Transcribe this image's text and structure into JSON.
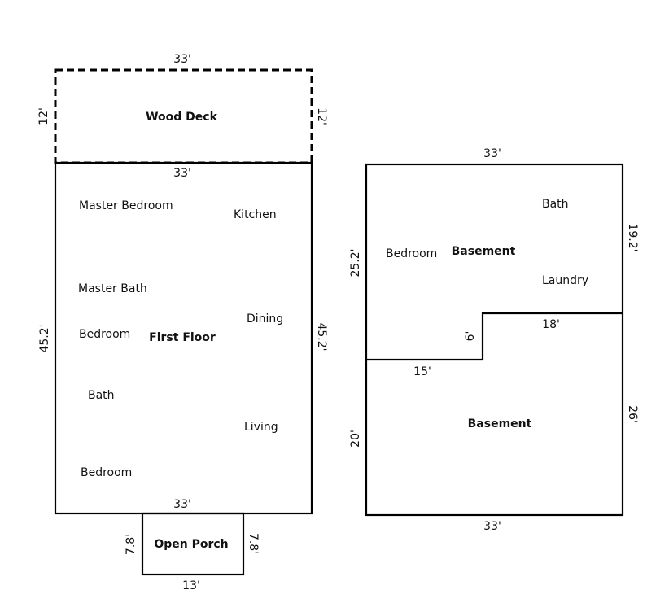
{
  "first_floor": {
    "name": "First Floor",
    "top": "33'",
    "left": "45.2'",
    "right": "45.2'",
    "bottom": "33'",
    "rooms": [
      "Master Bedroom",
      "Kitchen",
      "Master Bath",
      "Dining",
      "Bedroom",
      "Bath",
      "Living",
      "Bedroom"
    ]
  },
  "deck": {
    "name": "Wood Deck",
    "top": "33'",
    "left": "12'",
    "right": "12'"
  },
  "porch": {
    "name": "Open Porch",
    "left": "7.8'",
    "right": "7.8'",
    "bottom": "13'"
  },
  "basement": {
    "name_upper": "Basement",
    "name_lower": "Basement",
    "top": "33'",
    "upper_left": "25.2'",
    "upper_right": "19.2'",
    "step_h_left": "15'",
    "step_v": "6'",
    "step_h_right": "18'",
    "lower_left": "20'",
    "lower_right": "26'",
    "bottom": "33'",
    "rooms": [
      "Bedroom",
      "Bath",
      "Laundry"
    ]
  }
}
